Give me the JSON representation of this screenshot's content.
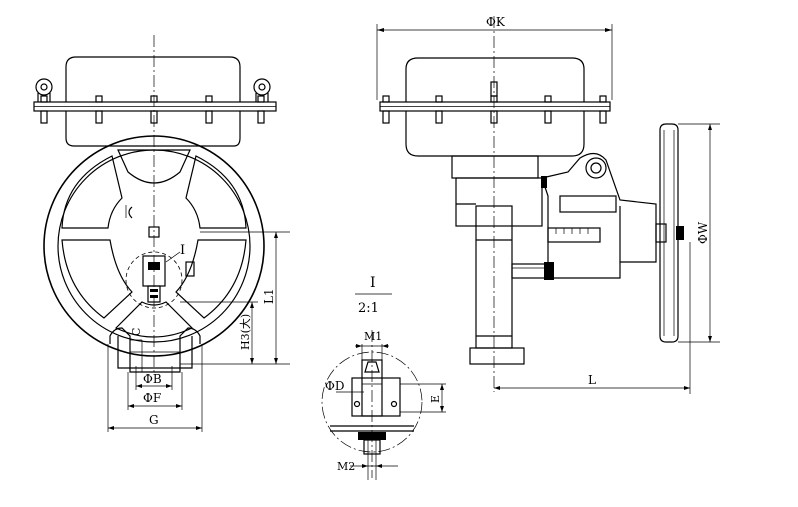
{
  "drawing": {
    "front_view": {
      "labels": {
        "detail_ref": "I",
        "l1": "L1",
        "h3": "H3(大)",
        "c": "C",
        "phi_b": "ΦB",
        "phi_f": "ΦF",
        "g": "G"
      }
    },
    "side_view": {
      "labels": {
        "phi_k": "ΦK",
        "phi_w": "ΦW",
        "l": "L"
      }
    },
    "detail_view": {
      "title": "I",
      "scale": "2:1",
      "labels": {
        "m1": "M1",
        "phi_d": "ΦD",
        "e": "E",
        "m2": "M2"
      }
    }
  }
}
